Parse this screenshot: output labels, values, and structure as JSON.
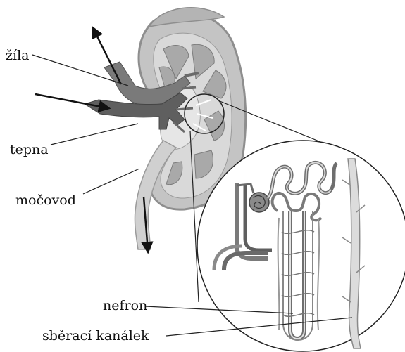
{
  "labels": {
    "vein": "žíla",
    "artery": "tepna",
    "ureter": "močovod",
    "nephron": "nefron",
    "collecting_duct": "sběrací kanálek"
  },
  "colors": {
    "kidney_outer": "#c4c4c4",
    "kidney_rim": "#8e8e8e",
    "medulla": "#a9a9a9",
    "pelvis": "#e6e6e6",
    "vessel_dark": "#5f5f5f",
    "vessel_mid": "#8a8a8a",
    "line": "#222222"
  }
}
